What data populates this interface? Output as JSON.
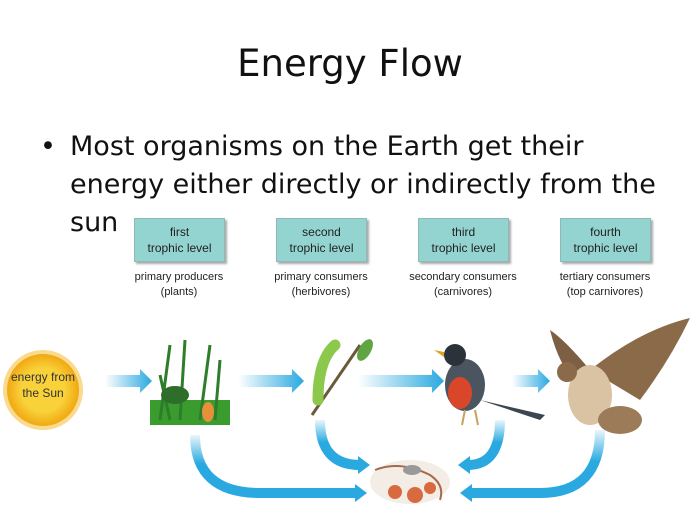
{
  "title": "Energy Flow",
  "bullet": "Most organisms on the Earth get their energy either directly or indirectly from the sun",
  "bullet_symbol": "•",
  "levels": [
    {
      "line1": "first",
      "line2": "trophic level",
      "role": "primary producers",
      "example": "(plants)"
    },
    {
      "line1": "second",
      "line2": "trophic level",
      "role": "primary consumers",
      "example": "(herbivores)"
    },
    {
      "line1": "third",
      "line2": "trophic level",
      "role": "secondary consumers",
      "example": "(carnivores)"
    },
    {
      "line1": "fourth",
      "line2": "trophic level",
      "role": "tertiary consumers",
      "example": "(top carnivores)"
    }
  ],
  "sun": {
    "line1": "energy from",
    "line2": "the Sun"
  },
  "colors": {
    "box": "#93d4d0",
    "arrow": "#29a9e0",
    "sun": "#f7c21c"
  }
}
